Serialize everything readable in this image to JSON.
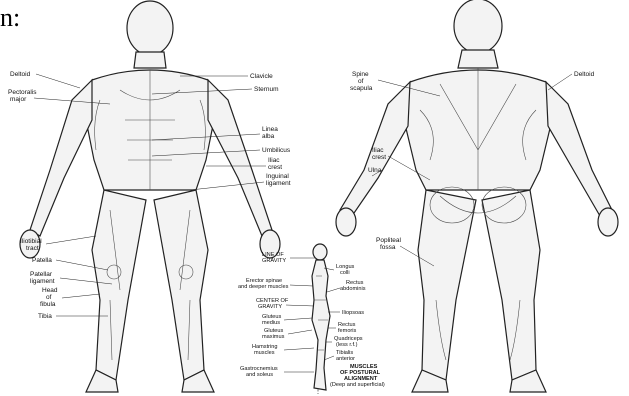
{
  "page": {
    "title_fragment": "n:"
  },
  "front_labels": {
    "deltoid": "Deltoid",
    "pectoralis": [
      "Pectoralis",
      "major"
    ],
    "clavicle": "Clavicle",
    "sternum": "Sternum",
    "linea_alba": [
      "Linea",
      "alba"
    ],
    "umbilicus": "Umbilicus",
    "iliac_crest": [
      "Iliac",
      "crest"
    ],
    "inguinal": [
      "Inguinal",
      "ligament"
    ],
    "iliotibial": [
      "Iliotibial",
      "tract"
    ],
    "patella": "Patella",
    "patellar": [
      "Patellar",
      "ligament"
    ],
    "head_fibula": [
      "Head",
      "of",
      "fibula"
    ],
    "tibia": "Tibia"
  },
  "back_labels": {
    "spine_scapula": [
      "Spine",
      "of",
      "scapula"
    ],
    "deltoid": "Deltoid",
    "iliac_crest": [
      "Iliac",
      "crest"
    ],
    "ulna": "Ulna",
    "popliteal": [
      "Popliteal",
      "fossa"
    ]
  },
  "side_labels": {
    "line_gravity": [
      "LINE OF",
      "GRAVITY"
    ],
    "longus": [
      "Longus",
      "colli"
    ],
    "erector": [
      "Erector spinae",
      "and deeper muscles"
    ],
    "rectus_abd": [
      "Rectus",
      "abdominis"
    ],
    "center_gravity": [
      "CENTER OF",
      "GRAVITY"
    ],
    "iliopsoas": "Iliopsoas",
    "gluteus_med": [
      "Gluteus",
      "medius"
    ],
    "gluteus_max": [
      "Gluteus",
      "maximus"
    ],
    "rectus_fem": [
      "Rectus",
      "femoris"
    ],
    "hamstring": [
      "Hamstring",
      "muscles"
    ],
    "quadriceps": [
      "Quadriceps",
      "(less r.f.)"
    ],
    "tibialis": [
      "Tibialis",
      "anterior"
    ],
    "gastroc": [
      "Gastrocnemius",
      "and soleus"
    ],
    "caption": [
      "MUSCLES",
      "OF POSTURAL",
      "ALIGNMENT",
      "(Deep and superficial)"
    ]
  }
}
